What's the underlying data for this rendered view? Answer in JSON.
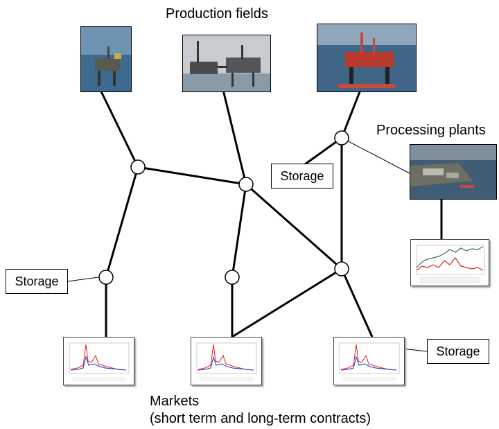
{
  "headings": {
    "production": "Production fields",
    "processing": "Processing plants",
    "markets_line1": "Markets",
    "markets_line2": "(short term and long-term contracts)"
  },
  "storage_labels": {
    "top": "Storage",
    "left": "Storage",
    "bottom_right": "Storage"
  },
  "colors": {
    "line": "#000000",
    "sea": "#2b4f6e",
    "chart_red": "#e02020",
    "chart_blue": "#2030c0",
    "chart_green": "#2f6f5a"
  },
  "icons": {
    "production_photos": [
      "offshore-platform-photo",
      "offshore-platform-photo",
      "offshore-rig-photo"
    ],
    "processing_photo": "processing-plant-photo"
  }
}
